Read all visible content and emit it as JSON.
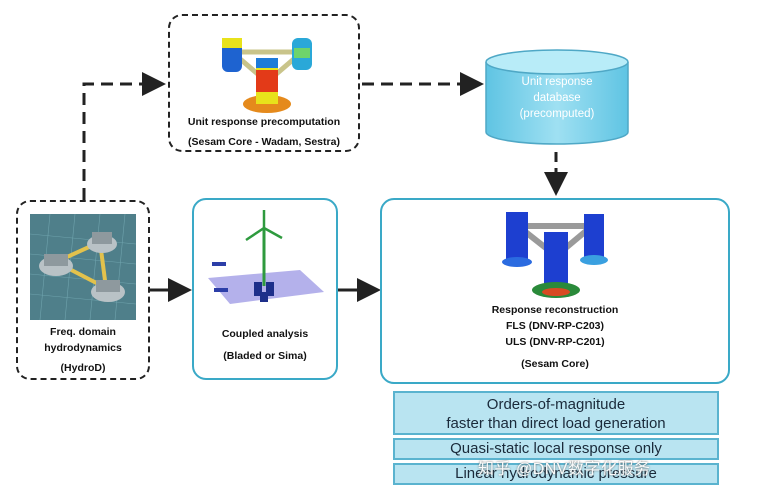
{
  "precomputation": {
    "title": "Unit response precomputation",
    "subtitle": "(Sesam Core - Wadam, Sestra)"
  },
  "database": {
    "line1": "Unit response",
    "line2": "database",
    "line3": "(precomputed)"
  },
  "hydro": {
    "line1": "Freq. domain",
    "line2": "hydrodynamics",
    "line3": "(HydroD)"
  },
  "coupled": {
    "line1": "Coupled analysis",
    "line2": "(Bladed or Sima)"
  },
  "reconstruction": {
    "line1": "Response reconstruction",
    "line2": "FLS (DNV-RP-C203)",
    "line3": "ULS (DNV-RP-C201)",
    "line4": "(Sesam Core)"
  },
  "benefits": {
    "item1_line1": "Orders-of-magnitude",
    "item1_line2": "faster than direct load generation",
    "item2": "Quasi-static local response only",
    "item3": "Linear hydrodynamic pressure"
  },
  "watermark": "知乎 @DNV数字化服务",
  "colors": {
    "box_border": "#3aa9c7",
    "benefit_fill": "#b9e4f1",
    "arrow": "#222222"
  }
}
